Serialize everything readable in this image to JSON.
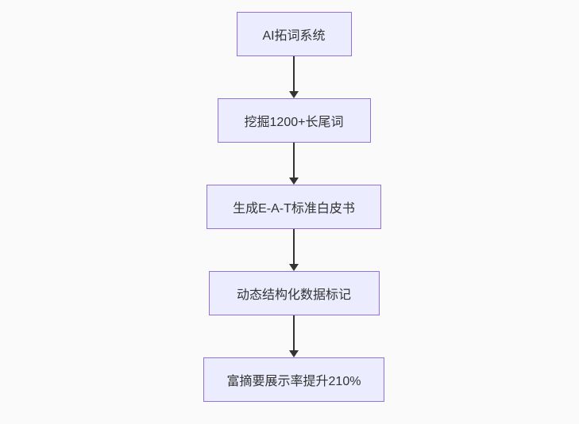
{
  "flowchart": {
    "title": "",
    "background_color": "#fafafa",
    "node_fill_color": "#ececff",
    "node_border_color": "#9370db",
    "text_color": "#333333",
    "arrow_color": "#333333",
    "direction": "top-down",
    "nodes": [
      {
        "id": "node-1",
        "label": "AI拓词系统"
      },
      {
        "id": "node-2",
        "label": "挖掘1200+长尾词"
      },
      {
        "id": "node-3",
        "label": "生成E-A-T标准白皮书"
      },
      {
        "id": "node-4",
        "label": "动态结构化数据标记"
      },
      {
        "id": "node-5",
        "label": "富摘要展示率提升210%"
      }
    ],
    "edges": [
      {
        "from": "node-1",
        "to": "node-2"
      },
      {
        "from": "node-2",
        "to": "node-3"
      },
      {
        "from": "node-3",
        "to": "node-4"
      },
      {
        "from": "node-4",
        "to": "node-5"
      }
    ]
  }
}
